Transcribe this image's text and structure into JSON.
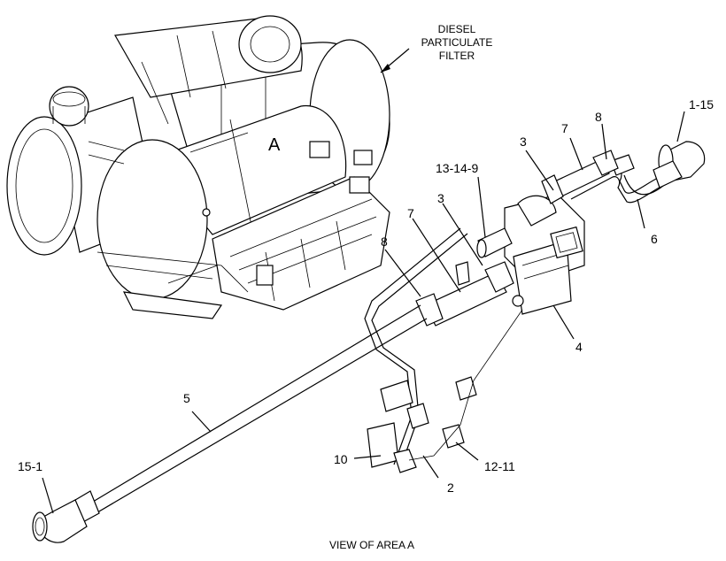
{
  "diagram": {
    "area_marker": "A",
    "caption": "VIEW OF AREA A",
    "dpf_label": [
      "DIESEL",
      "PARTICULATE",
      "FILTER"
    ],
    "callouts": {
      "c1_15": "1-15",
      "c15_1": "15-1",
      "c3_top": "3",
      "c3_mid": "3",
      "c7_top": "7",
      "c7_mid": "7",
      "c8_top": "8",
      "c8_mid": "8",
      "c13_14_9": "13-14-9",
      "c6": "6",
      "c4": "4",
      "c5": "5",
      "c10": "10",
      "c2": "2",
      "c12_11": "12-11"
    }
  }
}
